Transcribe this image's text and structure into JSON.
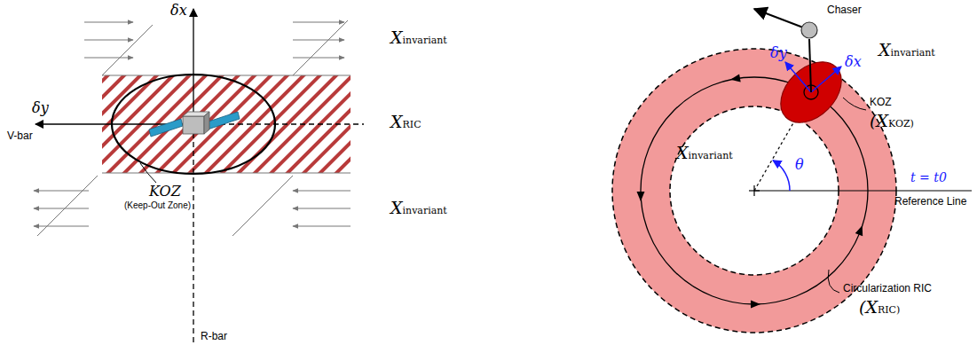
{
  "diagram": {
    "labels": [
      "δx",
      "δy",
      "V-bar",
      "Xinvariant",
      "XRIC",
      "Xinvariant",
      "KOZ",
      "(Keep-Out Zone)",
      "R-bar",
      "Chaser",
      "Xinvariant",
      "δy",
      "δx",
      "Xinvariant",
      "KOZ",
      "(XKOZ)",
      "θ",
      "t = t0",
      "Reference Line",
      "Circularization RIC",
      "(XRIC)"
    ]
  }
}
